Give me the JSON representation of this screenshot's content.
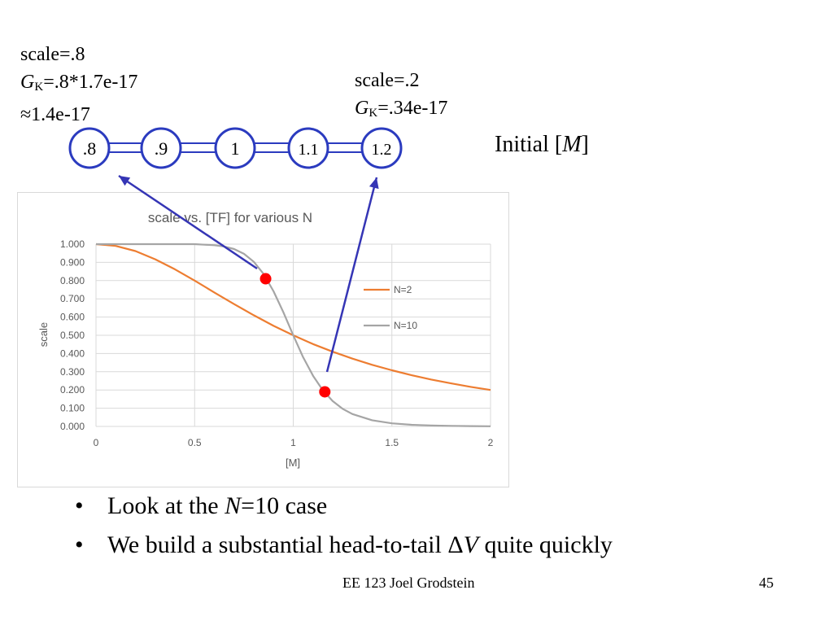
{
  "annotations": {
    "left": {
      "line1": "scale=.8",
      "g_symbol": "G",
      "g_subscript": "K",
      "line2_rest": "=.8*1.7e-17",
      "approx_symbol": "≈",
      "line3_rest": "1.4e-17"
    },
    "right": {
      "line1": "scale=.2",
      "g_symbol": "G",
      "g_subscript": "K",
      "line2_rest": "=.34e-17"
    }
  },
  "initial_label": {
    "prefix": "Initial [",
    "var": "M",
    "suffix": "]"
  },
  "node_chain": {
    "nodes": [
      ".8",
      ".9",
      "1",
      "1.1",
      "1.2"
    ],
    "stroke_color": "#2b3bbf"
  },
  "colors": {
    "arrow": "#3535b5",
    "marker": "#ff0000"
  },
  "chart_data": {
    "type": "line",
    "title": "scale vs. [TF] for various N",
    "xlabel": "[M]",
    "ylabel": "scale",
    "xlim": [
      0,
      2
    ],
    "ylim": [
      0,
      1
    ],
    "x_ticks": [
      "0",
      "0.5",
      "1",
      "1.5",
      "2"
    ],
    "x_tick_values": [
      0,
      0.5,
      1,
      1.5,
      2
    ],
    "y_ticks": [
      "0.000",
      "0.100",
      "0.200",
      "0.300",
      "0.400",
      "0.500",
      "0.600",
      "0.700",
      "0.800",
      "0.900",
      "1.000"
    ],
    "y_tick_values": [
      0,
      0.1,
      0.2,
      0.3,
      0.4,
      0.5,
      0.6,
      0.7,
      0.8,
      0.9,
      1.0
    ],
    "grid": true,
    "legend_position": "right",
    "series": [
      {
        "name": "N=2",
        "color": "#ed7d31",
        "x": [
          0,
          0.1,
          0.2,
          0.3,
          0.4,
          0.5,
          0.6,
          0.7,
          0.8,
          0.9,
          1.0,
          1.1,
          1.2,
          1.3,
          1.4,
          1.5,
          1.6,
          1.7,
          1.8,
          1.9,
          2.0
        ],
        "y": [
          1.0,
          0.99,
          0.962,
          0.917,
          0.862,
          0.8,
          0.735,
          0.671,
          0.61,
          0.552,
          0.5,
          0.452,
          0.41,
          0.372,
          0.338,
          0.308,
          0.281,
          0.257,
          0.236,
          0.217,
          0.2
        ]
      },
      {
        "name": "N=10",
        "color": "#a5a5a5",
        "x": [
          0,
          0.1,
          0.2,
          0.3,
          0.4,
          0.5,
          0.55,
          0.6,
          0.65,
          0.7,
          0.75,
          0.8,
          0.85,
          0.9,
          0.95,
          1.0,
          1.05,
          1.1,
          1.15,
          1.2,
          1.25,
          1.3,
          1.4,
          1.5,
          1.6,
          1.7,
          1.8,
          1.9,
          2.0
        ],
        "y": [
          1.0,
          1.0,
          1.0,
          1.0,
          1.0,
          1.0,
          0.997,
          0.994,
          0.987,
          0.973,
          0.947,
          0.903,
          0.836,
          0.741,
          0.626,
          0.5,
          0.38,
          0.278,
          0.198,
          0.139,
          0.097,
          0.068,
          0.034,
          0.017,
          0.009,
          0.005,
          0.003,
          0.002,
          0.001
        ]
      }
    ],
    "markers": [
      {
        "x": 0.86,
        "y": 0.81
      },
      {
        "x": 1.16,
        "y": 0.19
      }
    ]
  },
  "bullets": [
    {
      "prefix": "Look at the ",
      "var": "N",
      "suffix": "=10 case"
    },
    {
      "prefix": "We build a substantial head-to-tail ",
      "delta": "Δ",
      "var": "V",
      "suffix": " quite quickly"
    }
  ],
  "bullet_symbol": "•",
  "footer": {
    "text": "EE 123 Joel Grodstein",
    "page": "45"
  }
}
